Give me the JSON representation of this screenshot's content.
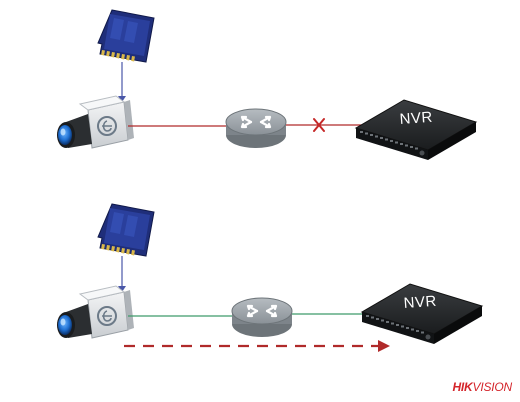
{
  "devices": {
    "nvr_label": "NVR"
  },
  "brand": {
    "bold": "HIK",
    "regular": "VISION"
  },
  "scenarios": [
    {
      "name": "network-failure",
      "link_status": "broken",
      "link_color": "#b02a2a"
    },
    {
      "name": "network-restored",
      "link_status": "connected",
      "link_color": "#3f9a6a",
      "upload_arrow_color": "#b02a2a"
    }
  ],
  "colors": {
    "sd_card": "#1f2e7a",
    "router": "#8f969c",
    "nvr": "#202326",
    "camera_body": "#e4e6e8",
    "lens": "#1f6fd1"
  }
}
